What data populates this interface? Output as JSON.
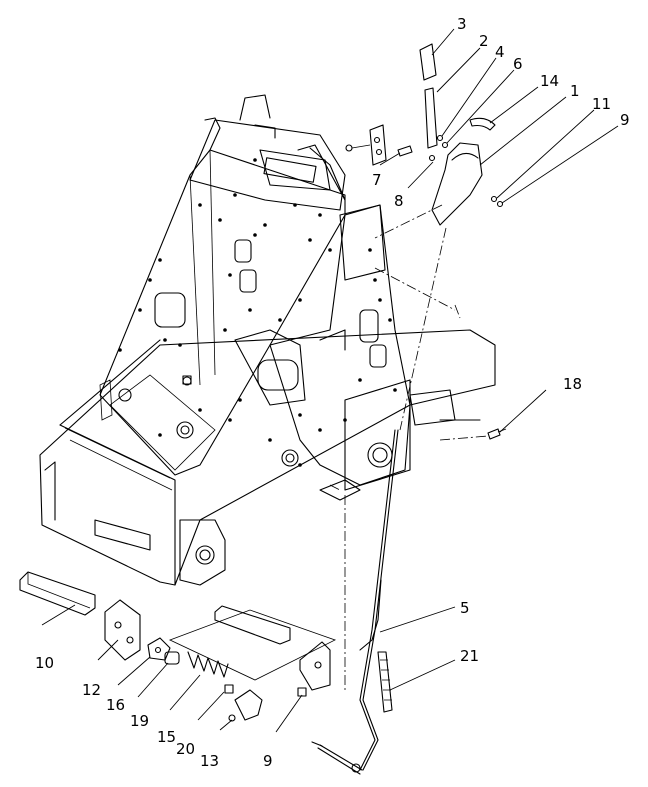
{
  "callouts": [
    {
      "id": "c3",
      "text": "3"
    },
    {
      "id": "c2",
      "text": "2"
    },
    {
      "id": "c4",
      "text": "4"
    },
    {
      "id": "c6",
      "text": "6"
    },
    {
      "id": "c14",
      "text": "14"
    },
    {
      "id": "c1",
      "text": "1"
    },
    {
      "id": "c11",
      "text": "11"
    },
    {
      "id": "c9a",
      "text": "9"
    },
    {
      "id": "c7",
      "text": "7"
    },
    {
      "id": "c8",
      "text": "8"
    },
    {
      "id": "c18",
      "text": "18"
    },
    {
      "id": "c5",
      "text": "5"
    },
    {
      "id": "c21",
      "text": "21"
    },
    {
      "id": "c10",
      "text": "10"
    },
    {
      "id": "c12",
      "text": "12"
    },
    {
      "id": "c16",
      "text": "16"
    },
    {
      "id": "c19",
      "text": "19"
    },
    {
      "id": "c15",
      "text": "15"
    },
    {
      "id": "c20",
      "text": "20"
    },
    {
      "id": "c13",
      "text": "13"
    },
    {
      "id": "c9b",
      "text": "9"
    }
  ]
}
